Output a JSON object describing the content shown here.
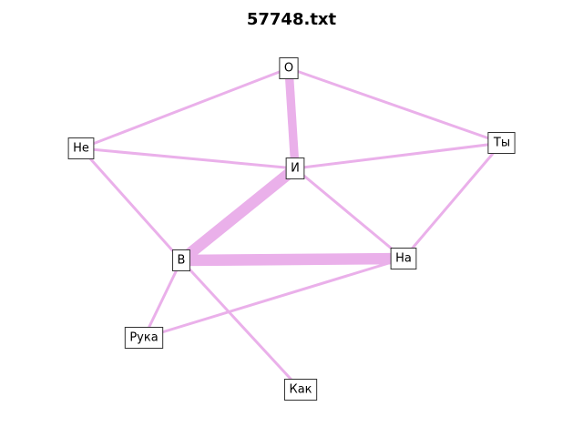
{
  "title": "57748.txt",
  "edge_color": "#eab0ea",
  "nodes": [
    {
      "id": "О",
      "label": "О"
    },
    {
      "id": "Не",
      "label": "Не"
    },
    {
      "id": "И",
      "label": "И"
    },
    {
      "id": "Ты",
      "label": "Ты"
    },
    {
      "id": "В",
      "label": "В"
    },
    {
      "id": "На",
      "label": "На"
    },
    {
      "id": "Рука",
      "label": "Рука"
    },
    {
      "id": "Как",
      "label": "Как"
    }
  ],
  "edges": [
    {
      "source": "О",
      "target": "И",
      "weight": 3
    },
    {
      "source": "И",
      "target": "В",
      "weight": 4
    },
    {
      "source": "В",
      "target": "На",
      "weight": 4
    },
    {
      "source": "О",
      "target": "Не",
      "weight": 1
    },
    {
      "source": "О",
      "target": "Ты",
      "weight": 1
    },
    {
      "source": "Не",
      "target": "И",
      "weight": 1
    },
    {
      "source": "Не",
      "target": "В",
      "weight": 1
    },
    {
      "source": "И",
      "target": "Ты",
      "weight": 1
    },
    {
      "source": "И",
      "target": "На",
      "weight": 1
    },
    {
      "source": "Ты",
      "target": "На",
      "weight": 1
    },
    {
      "source": "В",
      "target": "Рука",
      "weight": 1
    },
    {
      "source": "В",
      "target": "Как",
      "weight": 1
    },
    {
      "source": "Рука",
      "target": "На",
      "weight": 1
    }
  ]
}
